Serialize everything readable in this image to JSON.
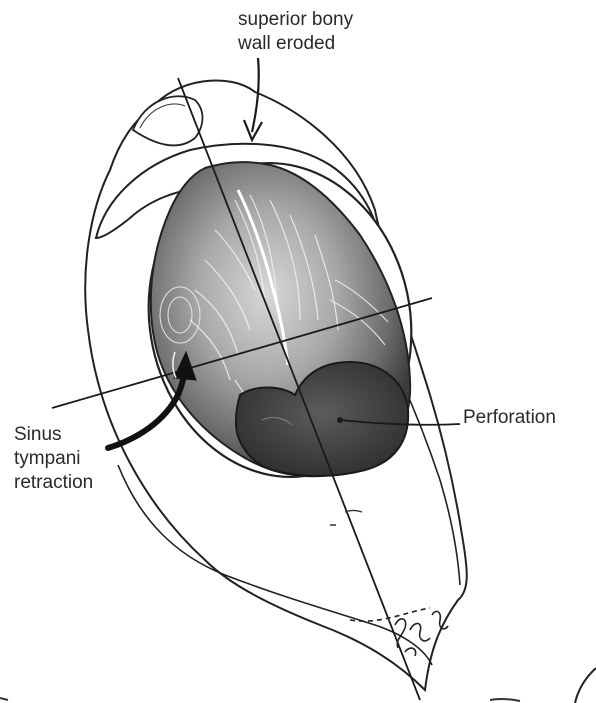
{
  "labels": {
    "superior": "superior bony\nwall eroded",
    "sinus": "Sinus\ntympani\nretraction",
    "perforation": "Perforation"
  }
}
